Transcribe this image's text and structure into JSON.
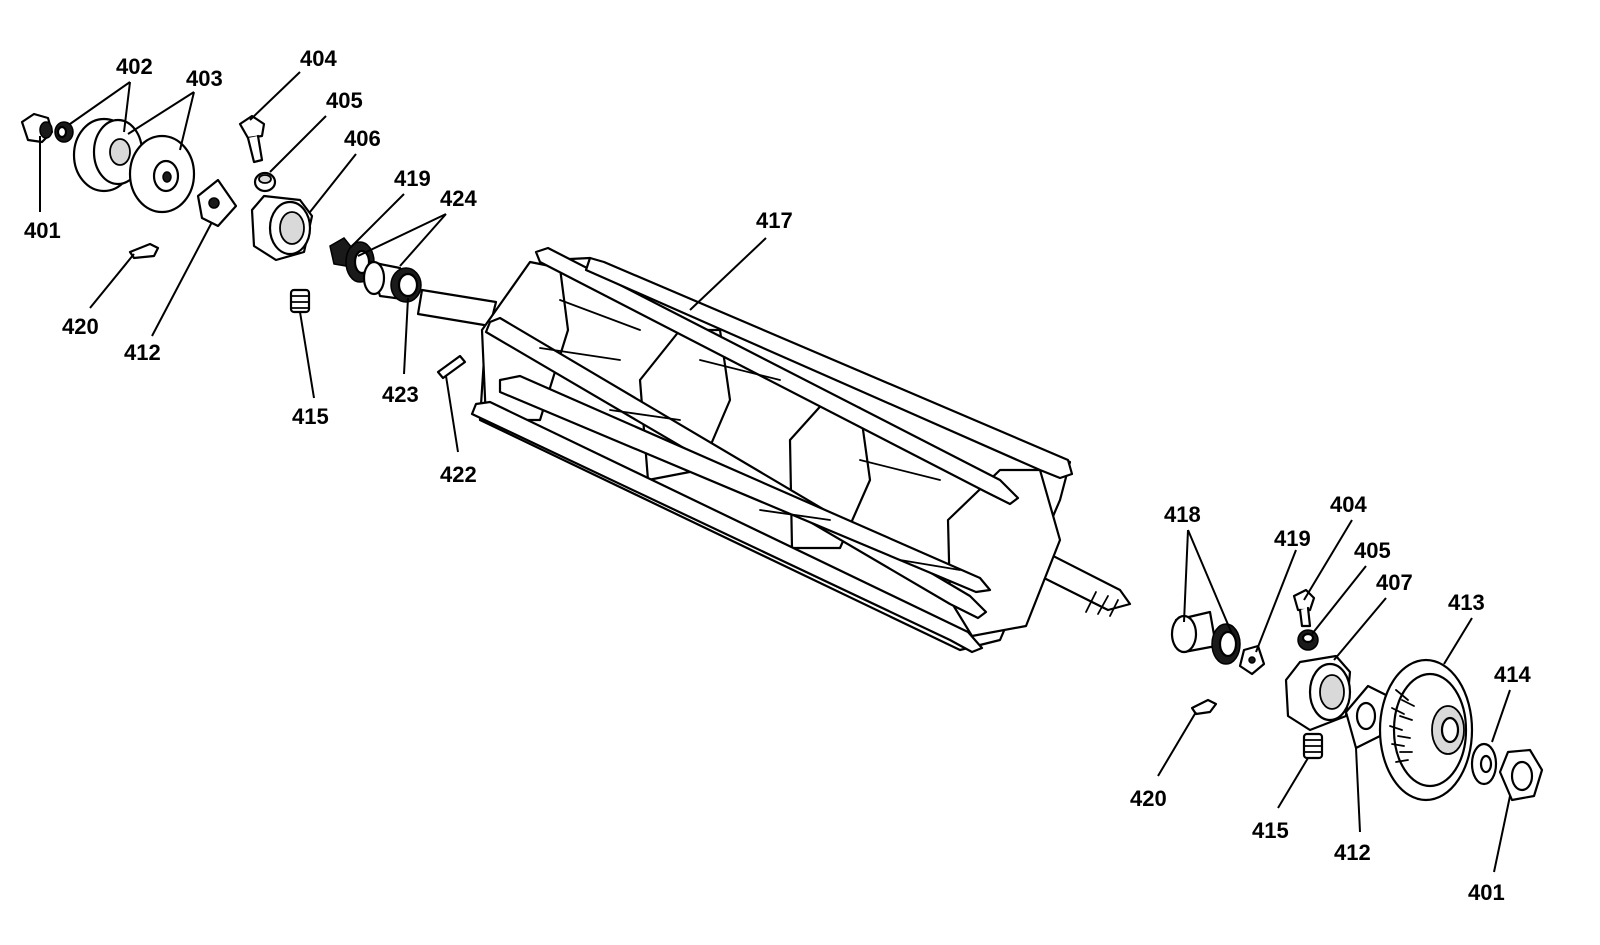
{
  "callouts": [
    {
      "id": "c401a",
      "text": "401"
    },
    {
      "id": "c402",
      "text": "402"
    },
    {
      "id": "c403",
      "text": "403"
    },
    {
      "id": "c404a",
      "text": "404"
    },
    {
      "id": "c405a",
      "text": "405"
    },
    {
      "id": "c406",
      "text": "406"
    },
    {
      "id": "c419a",
      "text": "419"
    },
    {
      "id": "c424",
      "text": "424"
    },
    {
      "id": "c417",
      "text": "417"
    },
    {
      "id": "c420a",
      "text": "420"
    },
    {
      "id": "c412a",
      "text": "412"
    },
    {
      "id": "c415a",
      "text": "415"
    },
    {
      "id": "c423",
      "text": "423"
    },
    {
      "id": "c422",
      "text": "422"
    },
    {
      "id": "c418",
      "text": "418"
    },
    {
      "id": "c419b",
      "text": "419"
    },
    {
      "id": "c404b",
      "text": "404"
    },
    {
      "id": "c405b",
      "text": "405"
    },
    {
      "id": "c407",
      "text": "407"
    },
    {
      "id": "c413",
      "text": "413"
    },
    {
      "id": "c414",
      "text": "414"
    },
    {
      "id": "c420b",
      "text": "420"
    },
    {
      "id": "c415b",
      "text": "415"
    },
    {
      "id": "c412b",
      "text": "412"
    },
    {
      "id": "c401b",
      "text": "401"
    }
  ]
}
